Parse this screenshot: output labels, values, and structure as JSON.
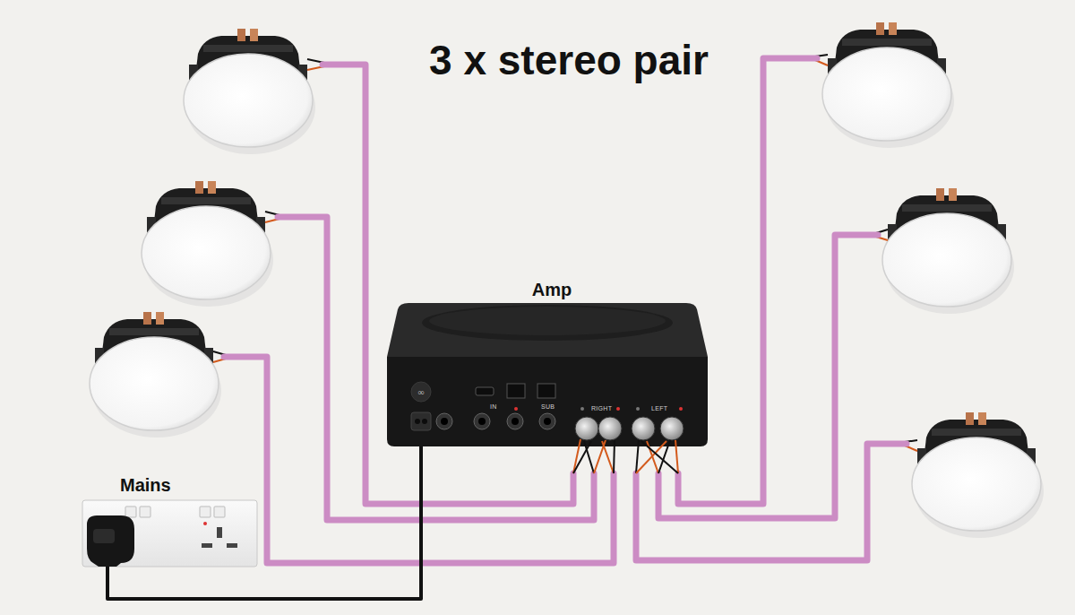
{
  "diagram": {
    "title": "3 x stereo pair",
    "nodes": [
      {
        "text": [
          "Amp"
        ]
      },
      {
        "text": [
          "Mains"
        ]
      }
    ],
    "edges": [
      {
        "from": 1,
        "to": 0,
        "arrow": "none"
      }
    ],
    "labels": [
      "IN",
      "SUB",
      "RIGHT",
      "LEFT"
    ]
  }
}
